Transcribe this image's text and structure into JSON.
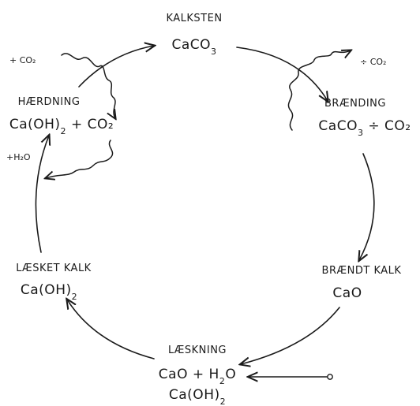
{
  "nodes": {
    "kalksten": {
      "label": "KALKSTEN",
      "formula": {
        "pre": "CaCO",
        "sub": "3",
        "post": ""
      }
    },
    "braending": {
      "label": "BRÆNDING",
      "formula": {
        "pre": "CaCO",
        "sub": "3",
        "post": " ÷ CO₂"
      }
    },
    "braendt_kalk": {
      "label": "BRÆNDT KALK",
      "formula": {
        "pre": "CaO",
        "sub": "",
        "post": ""
      }
    },
    "laeskning": {
      "label": "LÆSKNING",
      "formula": {
        "pre": "CaO + H",
        "sub": "2",
        "post": "O"
      },
      "result": {
        "pre": "Ca(OH)",
        "sub": "2",
        "post": ""
      }
    },
    "laesket_kalk": {
      "label": "LÆSKET KALK",
      "formula": {
        "pre": "Ca(OH)",
        "sub": "2",
        "post": ""
      }
    },
    "haerdning": {
      "label": "HÆRDNING",
      "formula": {
        "pre": "Ca(OH)",
        "sub": "2",
        "post": " + CO₂"
      }
    }
  },
  "side_labels": {
    "plus_co2": "+ CO₂",
    "minus_co2": "÷ CO₂",
    "plus_h2o": "+H₂O"
  }
}
